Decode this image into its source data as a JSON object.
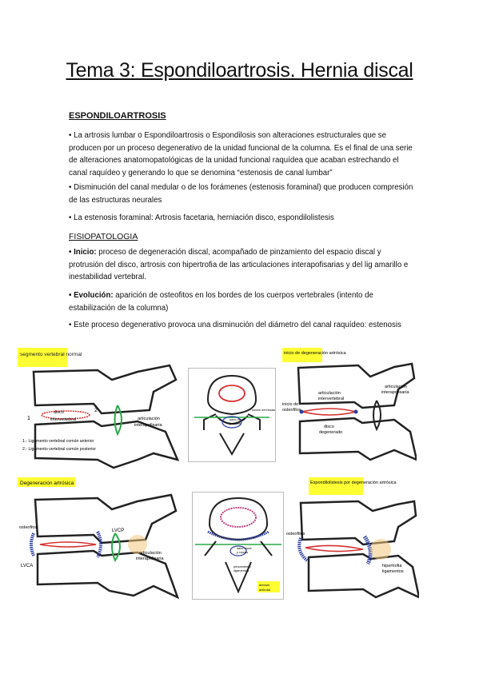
{
  "title": "Tema 3: Espondiloartrosis. Hernia discal",
  "section1": {
    "heading": "ESPONDILOARTROSIS",
    "bullets": [
      "• La artrosis lumbar o Espondiloartrosis o Espondilosis son alteraciones estructurales que se producen por un proceso degenerativo de la unidad funcional de la columna. Es el final de una serie de alteraciones anatomopatológicas de la unidad funcional raquídea que acaban estrechando el canal raquídeo y generando lo que se denomina “estenosis de canal lumbar”",
      "• Disminución del canal medular o de los forámenes (estenosis foraminal) que producen compresión de las estructuras neurales",
      "• La estenosis foraminal: Artrosis facetaria, herniación disco, espondilolistesis"
    ]
  },
  "section2": {
    "heading": "FISIOPATOLOGIA",
    "inicio_label": "• Inicio:",
    "inicio_text": " proceso de degeneración discal, acompañado de pinzamiento del espacio discal y protrusión del disco, artrosis con hipertrofia de las articulaciones interapofisarias y del lig amarillo e inestabilidad vertebral.",
    "evolucion_label": "• Evolución:",
    "evolucion_text": " aparición de osteofitos en los bordes de los cuerpos vertebrales (intento de estabilización de la columna)",
    "last": "• Este proceso degenerativo provoca una disminución del diámetro del canal raquídeo: estenosis"
  },
  "figures": {
    "fig1": {
      "caption": "segmento vertebral normal",
      "labels": [
        "disco",
        "intervertebral",
        "articulación",
        "interapofisaria",
        "1",
        "2",
        "1.- Ligamento vertebral común anterior",
        "2.- Ligamento vertebral común posterior"
      ]
    },
    "fig2": {
      "labels": [
        "saco dural",
        "y raíces",
        "raíces nerviosas"
      ]
    },
    "fig3": {
      "caption": "inicio de degeneración artrósica",
      "labels": [
        "articulación",
        "intervertebral",
        "articulación",
        "interapofisaria",
        "inicio de",
        "osteofitos",
        "disco",
        "degenerado"
      ]
    },
    "fig4": {
      "caption": "Degeneración artrósica",
      "labels": [
        "osteofitos",
        "LVCP",
        "LVCA",
        "articulación",
        "interapofisaria"
      ]
    },
    "fig5": {
      "labels": [
        "saco dural",
        "y raíces",
        "pinzamiento",
        "ligamentos",
        "artrosis",
        "articular"
      ]
    },
    "fig6": {
      "caption": "Espondilolistesis por degeneración artrósica",
      "labels": [
        "osteofitos",
        "hipertrofia",
        "ligamentos"
      ]
    }
  },
  "colors": {
    "caption_bg": "#ffff33",
    "disc_red": "#d43030",
    "ligament_green": "#2aa84a",
    "osteophyte_blue": "#2c3e9e"
  }
}
